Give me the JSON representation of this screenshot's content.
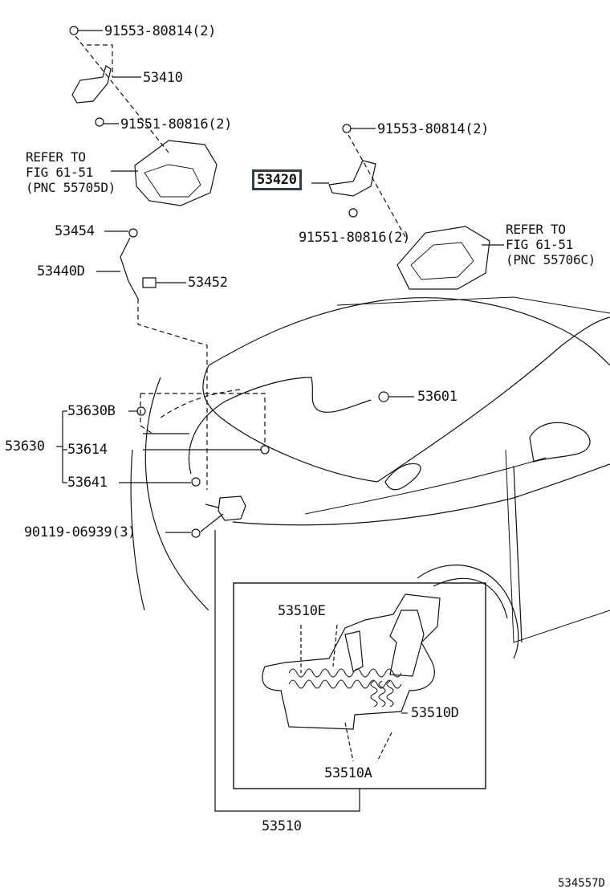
{
  "parts": {
    "bolt_top_left": "91553-80814(2)",
    "hinge_left": "53410",
    "nut_left": "91551-80816(2)",
    "refer_left": "REFER TO\nFIG 61-51\n(PNC 55705D)",
    "hinge_right": "53420",
    "bolt_top_right": "91553-80814(2)",
    "nut_right": "91551-80816(2)",
    "refer_right": "REFER TO\nFIG 61-51\n(PNC 55706C)",
    "rod_holder": "53454",
    "support_rod": "53440D",
    "rod_clip": "53452",
    "cable_clamp": "53601",
    "cable_assy": "53630",
    "cable_sub_b": "53630B",
    "clamp_614": "53614",
    "clamp_641": "53641",
    "bolt_latch": "90119-06939(3)",
    "spring_e": "53510E",
    "spring_d": "53510D",
    "latch_a": "53510A",
    "lock_assy": "53510"
  },
  "diagram_ref": "534557D",
  "colors": {
    "line": "#111111",
    "highlight_border": "#2f3f48"
  }
}
